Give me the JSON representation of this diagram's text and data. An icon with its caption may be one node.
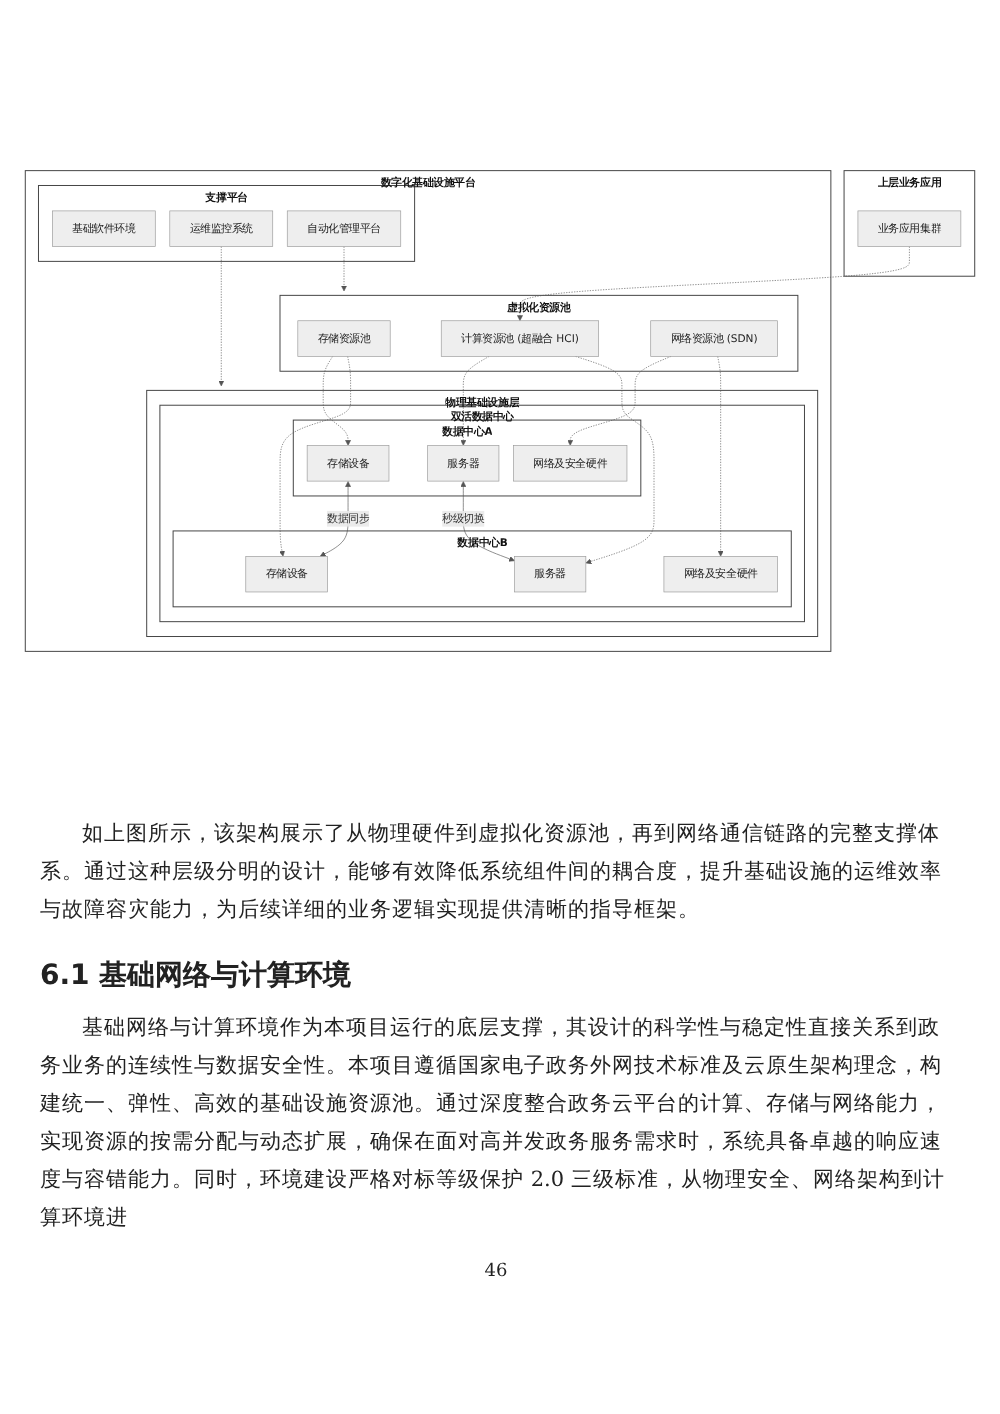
{
  "diagram": {
    "nodes": [
      {
        "text": [
          "数字化基础设施平台"
        ]
      },
      {
        "text": [
          "上层业务应用"
        ]
      },
      {
        "text": [
          "业务应用集群"
        ],
        "in": 1
      },
      {
        "text": [
          "支撑平台"
        ],
        "in": 0
      },
      {
        "text": [
          "基础软件环境"
        ],
        "in": 3
      },
      {
        "text": [
          "运维监控系统"
        ],
        "in": 3
      },
      {
        "text": [
          "自动化管理平台"
        ],
        "in": 3
      },
      {
        "text": [
          "虚拟化资源池"
        ],
        "in": 0
      },
      {
        "text": [
          "存储资源池"
        ],
        "in": 7
      },
      {
        "text": [
          "计算资源池 (超融合 HCI)"
        ],
        "in": 7
      },
      {
        "text": [
          "网络资源池 (SDN)"
        ],
        "in": 7
      },
      {
        "text": [
          "物理基础设施层"
        ],
        "in": 0
      },
      {
        "text": [
          "双活数据中心"
        ],
        "in": 11
      },
      {
        "text": [
          "数据中心A"
        ],
        "in": 12
      },
      {
        "text": [
          "存储设备"
        ],
        "in": 13
      },
      {
        "text": [
          "服务器"
        ],
        "in": 13
      },
      {
        "text": [
          "网络及安全硬件"
        ],
        "in": 13
      },
      {
        "text": [
          "数据中心B"
        ],
        "in": 12
      },
      {
        "text": [
          "存储设备"
        ],
        "in": 17
      },
      {
        "text": [
          "服务器"
        ],
        "in": 17
      },
      {
        "text": [
          "网络及安全硬件"
        ],
        "in": 17
      }
    ],
    "edges": [
      {
        "from": 2,
        "to": 9,
        "arrow": "to",
        "style": "dashed"
      },
      {
        "from": 5,
        "to": 11,
        "arrow": "to",
        "style": "dashed"
      },
      {
        "from": 6,
        "to": 7,
        "arrow": "to",
        "style": "dashed"
      },
      {
        "from": 8,
        "to": 14,
        "arrow": "to",
        "style": "dashed"
      },
      {
        "from": 8,
        "to": 18,
        "arrow": "to",
        "style": "dashed"
      },
      {
        "from": 9,
        "to": 15,
        "arrow": "to",
        "style": "dashed"
      },
      {
        "from": 9,
        "to": 19,
        "arrow": "to",
        "style": "dashed"
      },
      {
        "from": 10,
        "to": 16,
        "arrow": "to",
        "style": "dashed"
      },
      {
        "from": 10,
        "to": 20,
        "arrow": "to",
        "style": "dashed"
      },
      {
        "from": 14,
        "to": 18,
        "arrow": "both",
        "label": "数据同步"
      },
      {
        "from": 15,
        "to": 19,
        "arrow": "both",
        "label": "秒级切换"
      }
    ],
    "labels": [
      "如上图所示，该架构展示了从物理硬件到虚拟化资源池，再到网络通信链路的完整支撑体系。通过这种层级分明的设计，能够有效降低系统组件间的耦合度，提升基础设施的运维效率与故障容灾能力，为后续详细的业务逻辑实现提供清晰的指导框架。",
      "6.1 基础网络与计算环境",
      "基础网络与计算环境作为本项目运行的底层支撑，其设计的科学性与稳定性直接关系到政务业务的连续性与数据安全性。本项目遵循国家电子政务外网技术标准及云原生架构理念，构建统一、弹性、高效的基础设施资源池。通过深度整合政务云平台的计算、存储与网络能力，实现资源的按需分配与动态扩展，确保在面对高并发政务服务需求时，系统具备卓越的响应速度与容错能力。同时，环境建设严格对标等级保护 2.0 三级标准，从物理安全、网络架构到计算环境进",
      "46"
    ]
  }
}
